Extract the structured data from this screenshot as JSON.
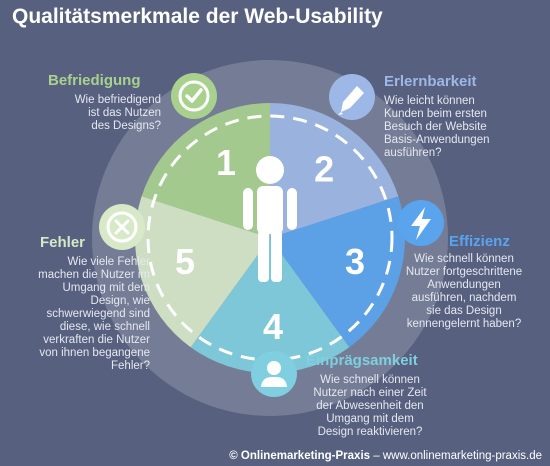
{
  "title": "Qualitätsmerkmale der Web-Usability",
  "categories": [
    {
      "number": "1",
      "title": "Befriedigung",
      "color": "#a9d18e",
      "description": [
        "Wie befriedigend",
        "ist das Nutzen",
        "des Designs?"
      ],
      "icon": "checkmark-icon"
    },
    {
      "number": "2",
      "title": "Erlernbarkeit",
      "color": "#9db8e6",
      "description": [
        "Wie leicht können",
        "Kunden beim ersten",
        "Besuch der Website",
        "Basis-Anwendungen",
        "ausführen?"
      ],
      "icon": "pencil-icon"
    },
    {
      "number": "3",
      "title": "Effizienz",
      "color": "#5aa4ee",
      "description": [
        "Wie schnell können",
        "Nutzer fortgeschrittene",
        "Anwendungen",
        "ausführen, nachdem",
        "sie das Design",
        "kennengelernt haben?"
      ],
      "icon": "lightning-icon"
    },
    {
      "number": "4",
      "title": "Einprägsamkeit",
      "color": "#7fcfe0",
      "description": [
        "Wie schnell können",
        "Nutzer nach einer Zeit",
        "der Abwesenheit den",
        "Umgang mit dem",
        "Design reaktivieren?"
      ],
      "icon": "person-icon"
    },
    {
      "number": "5",
      "title": "Fehler",
      "color": "#d7e9c7",
      "description": [
        "Wie viele Fehler",
        "machen die Nutzer im",
        "Umgang mit dem",
        "Design, wie",
        "schwerwiegend sind",
        "diese, wie schnell",
        "verkraften die Nutzer",
        "von ihnen begangene",
        "Fehler?"
      ],
      "icon": "cross-icon"
    }
  ],
  "footer": {
    "copyright": "© Onlinemarketing-Praxis",
    "separator": " – ",
    "url": "www.onlinemarketing-praxis.de"
  }
}
